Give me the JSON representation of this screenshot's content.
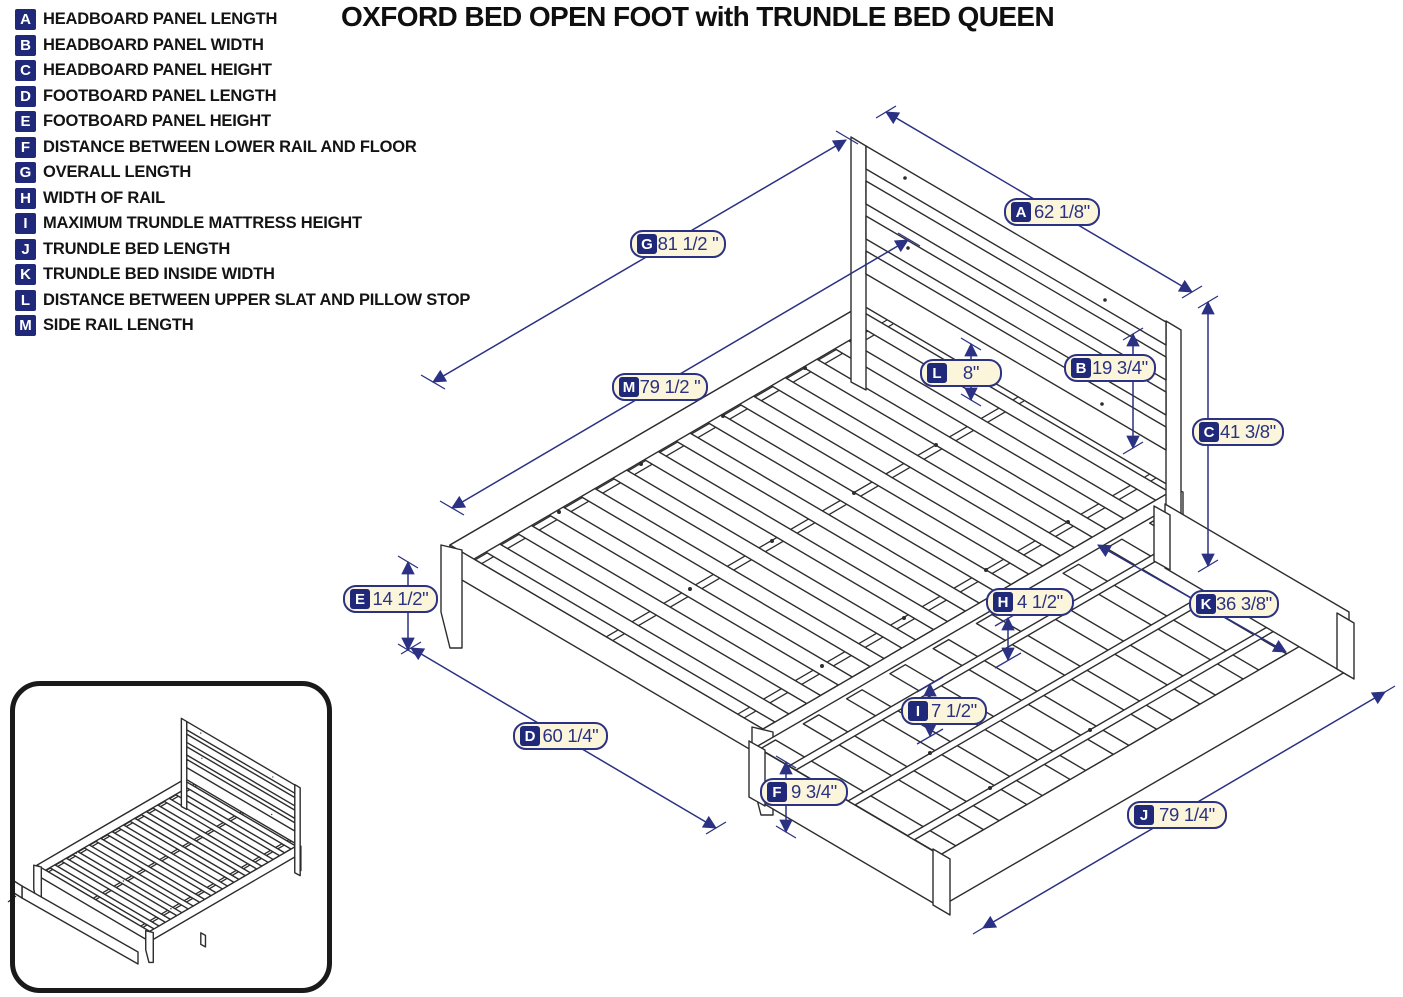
{
  "title": "OXFORD BED OPEN FOOT with TRUNDLE BED QUEEN",
  "legend": {
    "items": [
      {
        "letter": "A",
        "label": "HEADBOARD PANEL LENGTH"
      },
      {
        "letter": "B",
        "label": "HEADBOARD PANEL WIDTH"
      },
      {
        "letter": "C",
        "label": "HEADBOARD PANEL HEIGHT"
      },
      {
        "letter": "D",
        "label": "FOOTBOARD PANEL LENGTH"
      },
      {
        "letter": "E",
        "label": "FOOTBOARD PANEL HEIGHT"
      },
      {
        "letter": "F",
        "label": "DISTANCE BETWEEN LOWER RAIL AND FLOOR"
      },
      {
        "letter": "G",
        "label": "OVERALL LENGTH"
      },
      {
        "letter": "H",
        "label": "WIDTH OF RAIL"
      },
      {
        "letter": "I",
        "label": "MAXIMUM TRUNDLE MATTRESS HEIGHT"
      },
      {
        "letter": "J",
        "label": "TRUNDLE BED LENGTH"
      },
      {
        "letter": "K",
        "label": "TRUNDLE BED INSIDE WIDTH"
      },
      {
        "letter": "L",
        "label": "DISTANCE BETWEEN UPPER SLAT AND PILLOW STOP"
      },
      {
        "letter": "M",
        "label": "SIDE RAIL LENGTH"
      }
    ]
  },
  "dimensions": {
    "A": {
      "letter": "A",
      "value": "62 1/8\""
    },
    "B": {
      "letter": "B",
      "value": "19 3/4\""
    },
    "C": {
      "letter": "C",
      "value": "41 3/8\""
    },
    "D": {
      "letter": "D",
      "value": "60 1/4\""
    },
    "E": {
      "letter": "E",
      "value": "14 1/2\""
    },
    "F": {
      "letter": "F",
      "value": "9 3/4\""
    },
    "G": {
      "letter": "G",
      "value": "81 1/2 \""
    },
    "H": {
      "letter": "H",
      "value": "4 1/2\""
    },
    "I": {
      "letter": "I",
      "value": "7 1/2\""
    },
    "J": {
      "letter": "J",
      "value": "79 1/4\""
    },
    "K": {
      "letter": "K",
      "value": "36 3/8\""
    },
    "L": {
      "letter": "L",
      "value": "8\""
    },
    "M": {
      "letter": "M",
      "value": "79 1/2 \""
    }
  },
  "colors": {
    "dimension_navy": "#2b3183",
    "badge_navy": "#20287a",
    "label_fill": "#fbf6db",
    "line_art": "#2d2d2d",
    "background": "#ffffff",
    "text": "#141414"
  }
}
